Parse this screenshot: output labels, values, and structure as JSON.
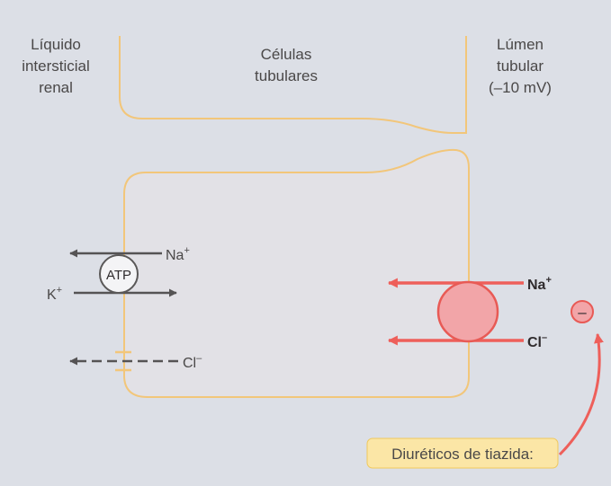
{
  "labels": {
    "interstitial": [
      "Líquido",
      "intersticial",
      "renal"
    ],
    "cells": [
      "Células",
      "tubulares"
    ],
    "lumen": [
      "Lúmen",
      "tubular",
      "(–10 mV)"
    ]
  },
  "basolateral": {
    "atp": "ATP",
    "na": "Na",
    "k": "K",
    "cl": "Cl",
    "plus": "+",
    "minus": "–"
  },
  "apical": {
    "na": "Na",
    "cl": "Cl",
    "plus": "+",
    "minus": "–"
  },
  "inhibition_sign": "–",
  "drug_label": "Diuréticos de tiazida:",
  "colors": {
    "background": "#dcdfe6",
    "membrane": "#f2c67a",
    "cell_fill": "#e2e1e6",
    "pump_stroke": "#5a5858",
    "transporter_fill": "#f2a5a8",
    "transporter_stroke": "#e85a55",
    "drug_box": "#fbe6a6"
  }
}
